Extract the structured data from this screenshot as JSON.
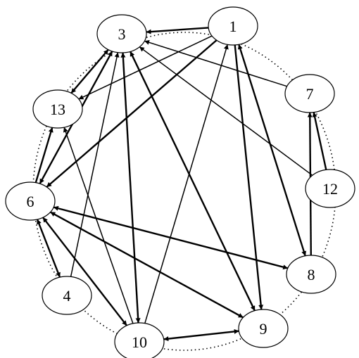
{
  "nodes": [
    {
      "id": "1",
      "label": "1"
    },
    {
      "id": "3",
      "label": "3"
    },
    {
      "id": "4",
      "label": "4"
    },
    {
      "id": "6",
      "label": "6"
    },
    {
      "id": "7",
      "label": "7"
    },
    {
      "id": "8",
      "label": "8"
    },
    {
      "id": "9",
      "label": "9"
    },
    {
      "id": "10",
      "label": "10"
    },
    {
      "id": "12",
      "label": "12"
    },
    {
      "id": "13",
      "label": "13"
    }
  ],
  "edges": [
    {
      "from": "1",
      "to": "3",
      "direction": "forward"
    },
    {
      "from": "1",
      "to": "13",
      "direction": "forward"
    },
    {
      "from": "1",
      "to": "6",
      "direction": "forward"
    },
    {
      "from": "1",
      "to": "9",
      "direction": "forward"
    },
    {
      "from": "1",
      "to": "8",
      "direction": "both"
    },
    {
      "from": "7",
      "to": "3",
      "direction": "forward"
    },
    {
      "from": "12",
      "to": "3",
      "direction": "forward"
    },
    {
      "from": "12",
      "to": "7",
      "direction": "forward"
    },
    {
      "from": "8",
      "to": "7",
      "direction": "forward"
    },
    {
      "from": "3",
      "to": "13",
      "direction": "both"
    },
    {
      "from": "3",
      "to": "6",
      "direction": "both"
    },
    {
      "from": "3",
      "to": "10",
      "direction": "both"
    },
    {
      "from": "3",
      "to": "9",
      "direction": "both"
    },
    {
      "from": "4",
      "to": "3",
      "direction": "forward"
    },
    {
      "from": "10",
      "to": "1",
      "direction": "forward"
    },
    {
      "from": "10",
      "to": "13",
      "direction": "forward"
    },
    {
      "from": "10",
      "to": "9",
      "direction": "both"
    },
    {
      "from": "6",
      "to": "13",
      "direction": "forward"
    },
    {
      "from": "6",
      "to": "4",
      "direction": "both"
    },
    {
      "from": "6",
      "to": "8",
      "direction": "both"
    },
    {
      "from": "6",
      "to": "9",
      "direction": "both"
    },
    {
      "from": "6",
      "to": "10",
      "direction": "both"
    }
  ]
}
